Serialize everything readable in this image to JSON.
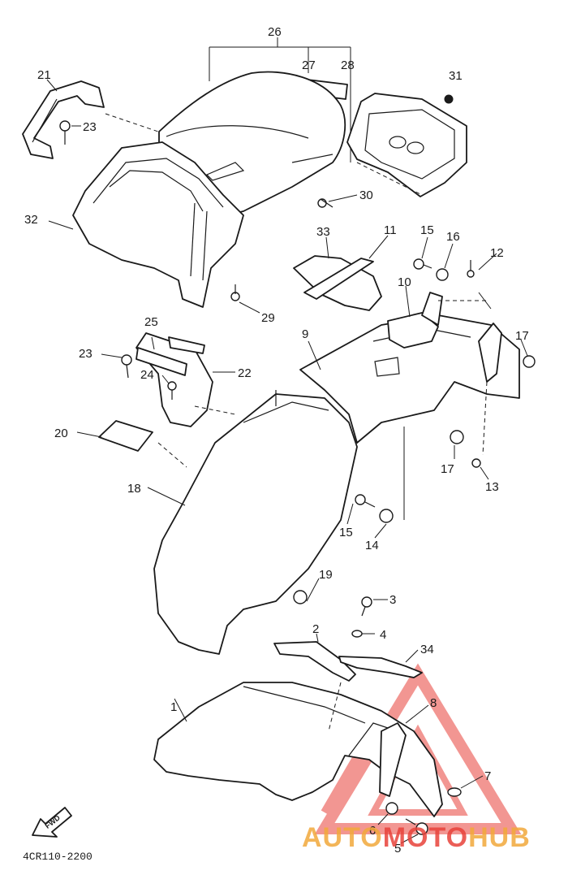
{
  "diagram": {
    "code": "4CR110-2200",
    "fwd_label": "FWD",
    "callouts": {
      "c1": "1",
      "c2": "2",
      "c3": "3",
      "c4": "4",
      "c5": "5",
      "c6": "6",
      "c7": "7",
      "c8": "8",
      "c9": "9",
      "c10": "10",
      "c11": "11",
      "c12": "12",
      "c13": "13",
      "c14": "14",
      "c15a": "15",
      "c15b": "15",
      "c16": "16",
      "c17a": "17",
      "c17b": "17",
      "c18": "18",
      "c19": "19",
      "c20": "20",
      "c21": "21",
      "c22": "22",
      "c23a": "23",
      "c23b": "23",
      "c24": "24",
      "c25": "25",
      "c26": "26",
      "c27": "27",
      "c28": "28",
      "c29": "29",
      "c30": "30",
      "c31": "31",
      "c32": "32",
      "c33": "33",
      "c34": "34"
    }
  },
  "watermark": {
    "part1": "AUTO",
    "part2": "MOTO",
    "part3": "HUB",
    "color_primary": "#e8423a",
    "color_secondary": "#f2a93b"
  }
}
